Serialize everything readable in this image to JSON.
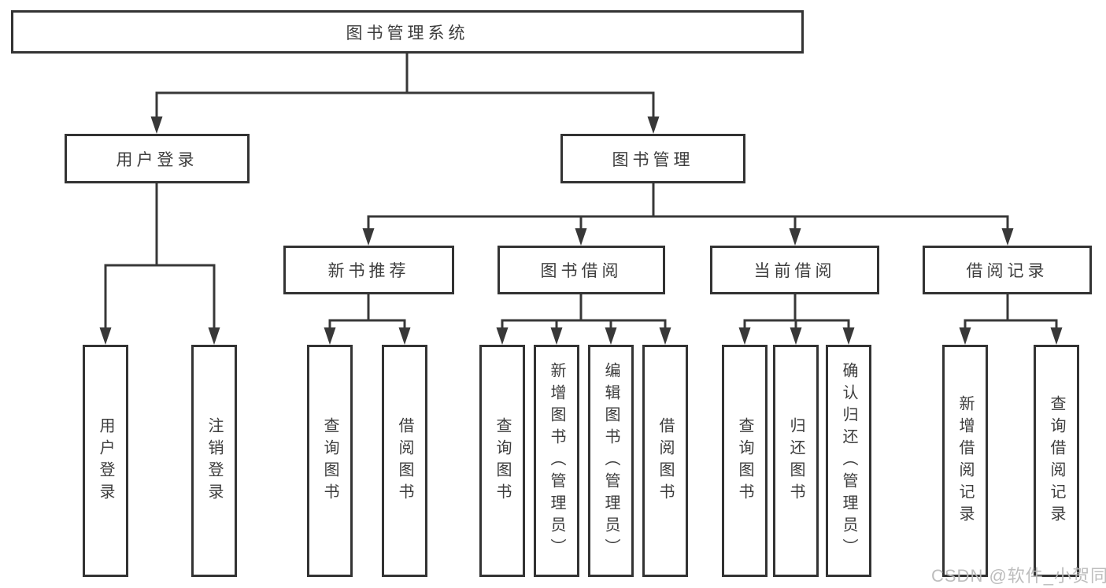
{
  "diagram": {
    "root": {
      "label": "图书管理系统"
    },
    "level2": [
      {
        "label": "用户登录"
      },
      {
        "label": "图书管理"
      }
    ],
    "level3": [
      {
        "label": "新书推荐"
      },
      {
        "label": "图书借阅"
      },
      {
        "label": "当前借阅"
      },
      {
        "label": "借阅记录"
      }
    ],
    "leaves": [
      {
        "label": "用户登录"
      },
      {
        "label": "注销登录"
      },
      {
        "label": "查询图书"
      },
      {
        "label": "借阅图书"
      },
      {
        "label": "查询图书"
      },
      {
        "label": "新增图书（管理员）"
      },
      {
        "label": "编辑图书（管理员）"
      },
      {
        "label": "借阅图书"
      },
      {
        "label": "查询图书"
      },
      {
        "label": "归还图书"
      },
      {
        "label": "确认归还（管理员）"
      },
      {
        "label": "新增借阅记录"
      },
      {
        "label": "查询借阅记录"
      }
    ]
  },
  "watermark": {
    "text": "CSDN @软件_小贺同学"
  },
  "colors": {
    "line": "#383838",
    "box_border": "#333333",
    "text": "#3d3d3d",
    "watermark": "#b9b9b9",
    "background": "#ffffff"
  }
}
